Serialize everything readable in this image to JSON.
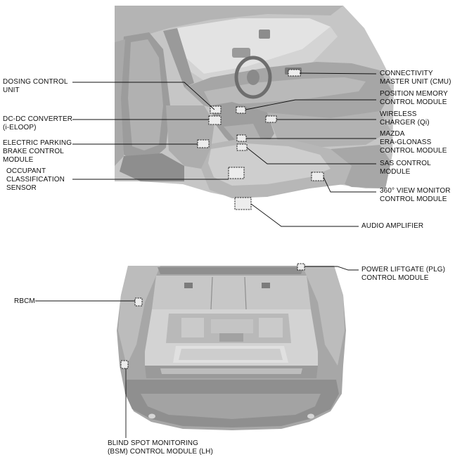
{
  "colors": {
    "panel_fill": "#c9c9c9",
    "panel_shade": "#a8a8a8",
    "panel_dark": "#7e7e7e",
    "panel_light": "#dedede",
    "module_fill": "#eeeeee",
    "leader_line": "#111111"
  },
  "upper_view": {
    "labels": {
      "dosing": "DOSING CONTROL\nUNIT",
      "dcdc": "DC-DC CONVERTER\n(i-ELOOP)",
      "epb": "ELECTRIC PARKING\nBRAKE CONTROL\nMODULE",
      "ocs": "OCCUPANT\nCLASSIFICATION\nSENSOR",
      "cmu": "CONNECTIVITY\nMASTER UNIT (CMU)",
      "pos_mem": "POSITION MEMORY\nCONTROL MODULE",
      "wireless": "WIRELESS\nCHARGER (Qi)",
      "era": "MAZDA\nERA-GLONASS\nCONTROL MODULE",
      "sas": "SAS CONTROL\nMODULE",
      "view360": "360° VIEW MONITOR\nCONTROL MODULE",
      "amp": "AUDIO AMPLIFIER"
    }
  },
  "lower_view": {
    "labels": {
      "plg": "POWER LIFTGATE (PLG)\nCONTROL MODULE",
      "rbcm": "RBCM",
      "bsm": "BLIND SPOT MONITORING\n(BSM) CONTROL MODULE (LH)"
    }
  }
}
